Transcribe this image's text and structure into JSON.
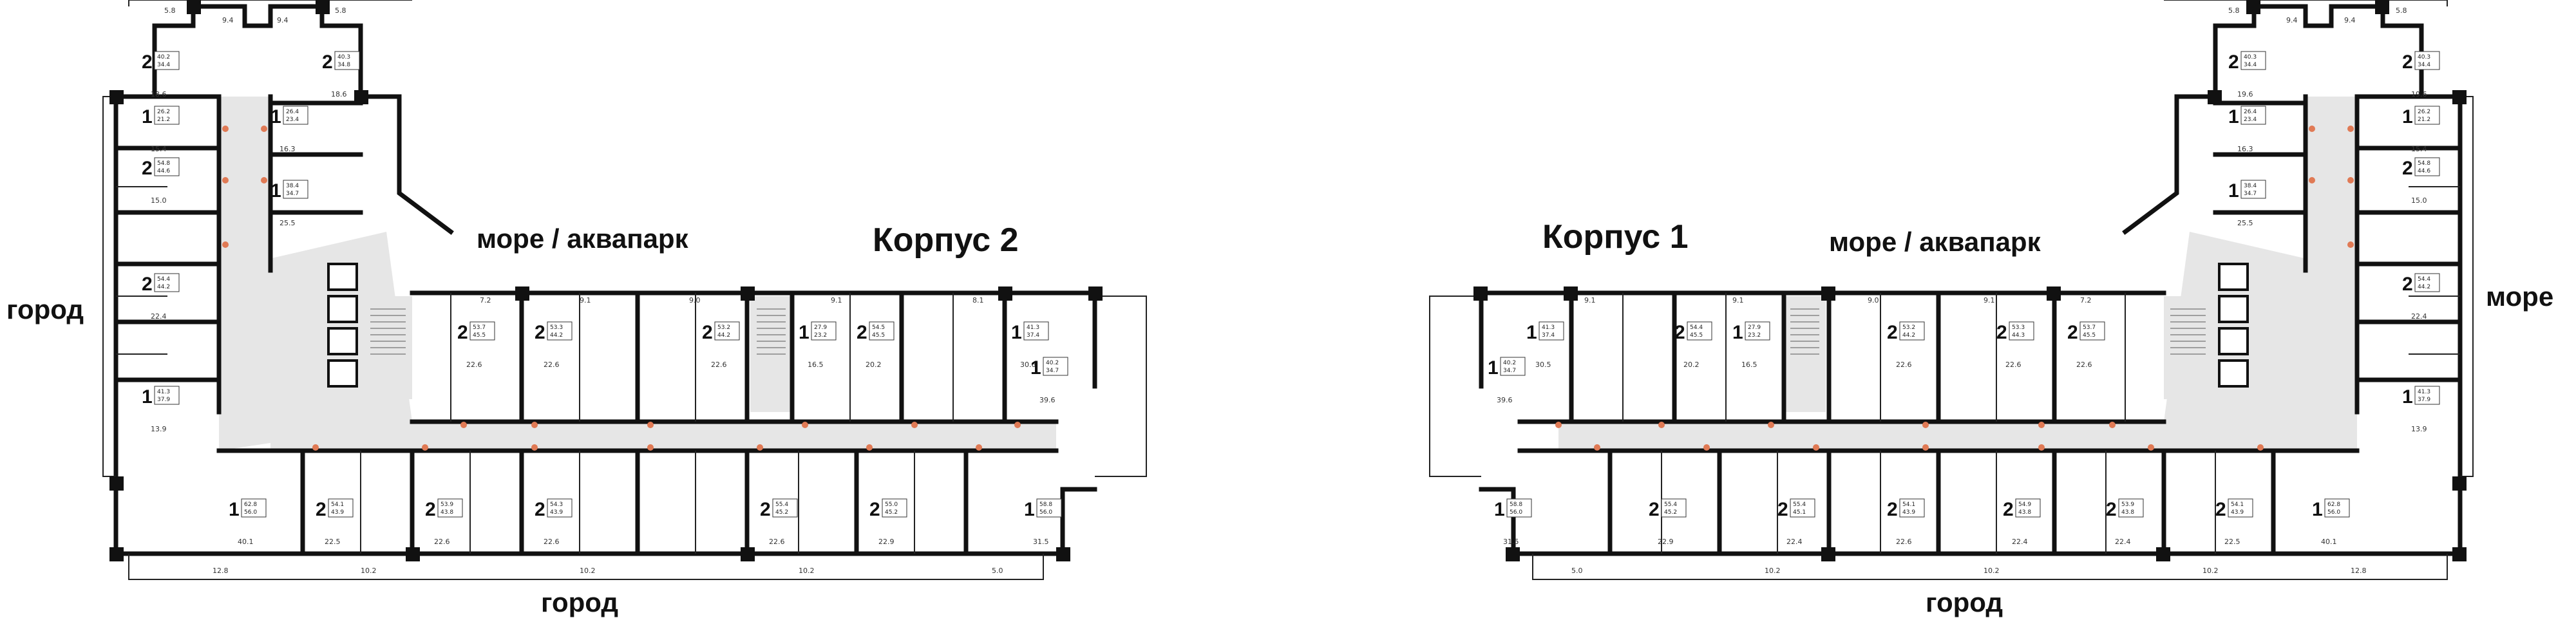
{
  "labels": {
    "building_2": "Корпус 2",
    "building_1": "Корпус 1",
    "sea_park_left": "море / аквапарк",
    "sea_park_right": "море / аквапарк",
    "city_left": "город",
    "city_bottom_left": "город",
    "city_bottom_right": "город",
    "sea_right": "море"
  },
  "colors": {
    "wall": "#111111",
    "corridor": "#e6e6e6",
    "door": "#e07a55",
    "text": "#111111"
  },
  "building2": {
    "top_row": [
      {
        "rooms": "2",
        "total": "53.7",
        "living": "45.5",
        "area": "22.6"
      },
      {
        "rooms": "2",
        "total": "53.3",
        "living": "44.2",
        "area": "22.6"
      },
      {
        "rooms": "2",
        "total": "53.2",
        "living": "44.2",
        "area": "22.6"
      },
      {
        "rooms": "1",
        "total": "27.9",
        "living": "23.2",
        "area": "16.5"
      },
      {
        "rooms": "2",
        "total": "54.5",
        "living": "45.5",
        "area": "20.2"
      },
      {
        "rooms": "1",
        "total": "41.3",
        "living": "37.4",
        "area": "30.6"
      }
    ],
    "bottom_row": [
      {
        "rooms": "1",
        "total": "62.8",
        "living": "56.0",
        "area": "40.1"
      },
      {
        "rooms": "2",
        "total": "54.1",
        "living": "43.9",
        "area": "22.5"
      },
      {
        "rooms": "2",
        "total": "53.9",
        "living": "43.8",
        "area": "22.6"
      },
      {
        "rooms": "2",
        "total": "54.3",
        "living": "43.9",
        "area": "22.6"
      },
      {
        "rooms": "2",
        "total": "55.4",
        "living": "45.2",
        "area": "22.6"
      },
      {
        "rooms": "2",
        "total": "55.0",
        "living": "45.2",
        "area": "22.9"
      },
      {
        "rooms": "1",
        "total": "58.8",
        "living": "56.0",
        "area": "31.5"
      }
    ],
    "wing": [
      {
        "rooms": "2",
        "total": "40.2",
        "living": "34.4",
        "area": "18.6"
      },
      {
        "rooms": "2",
        "total": "40.3",
        "living": "34.8",
        "area": "18.6"
      },
      {
        "rooms": "1",
        "total": "26.2",
        "living": "21.2",
        "area": "15.4"
      },
      {
        "rooms": "1",
        "total": "26.4",
        "living": "23.4",
        "area": "16.3"
      },
      {
        "rooms": "2",
        "total": "54.8",
        "living": "44.6",
        "area": "15.0"
      },
      {
        "rooms": "1",
        "total": "38.4",
        "living": "34.7",
        "area": "25.5"
      },
      {
        "rooms": "2",
        "total": "54.4",
        "living": "44.2",
        "area": "22.4"
      },
      {
        "rooms": "1",
        "total": "41.3",
        "living": "37.9",
        "area": "13.9"
      },
      {
        "rooms": "1",
        "total": "40.2",
        "living": "34.7",
        "area": "39.6"
      }
    ]
  },
  "building1": {
    "top_row": [
      {
        "rooms": "1",
        "total": "41.3",
        "living": "37.4",
        "area": "30.5"
      },
      {
        "rooms": "2",
        "total": "54.4",
        "living": "45.5",
        "area": "20.2"
      },
      {
        "rooms": "1",
        "total": "27.9",
        "living": "23.2",
        "area": "16.5"
      },
      {
        "rooms": "2",
        "total": "53.2",
        "living": "44.2",
        "area": "22.6"
      },
      {
        "rooms": "2",
        "total": "53.3",
        "living": "44.3",
        "area": "22.6"
      },
      {
        "rooms": "2",
        "total": "53.7",
        "living": "45.5",
        "area": "22.6"
      }
    ],
    "bottom_row": [
      {
        "rooms": "1",
        "total": "58.8",
        "living": "56.0",
        "area": "31.5"
      },
      {
        "rooms": "2",
        "total": "55.4",
        "living": "45.2",
        "area": "22.9"
      },
      {
        "rooms": "2",
        "total": "55.4",
        "living": "45.1",
        "area": "22.4"
      },
      {
        "rooms": "2",
        "total": "54.1",
        "living": "43.9",
        "area": "22.6"
      },
      {
        "rooms": "2",
        "total": "54.9",
        "living": "43.8",
        "area": "22.4"
      },
      {
        "rooms": "2",
        "total": "53.9",
        "living": "43.8",
        "area": "22.4"
      },
      {
        "rooms": "2",
        "total": "54.1",
        "living": "43.9",
        "area": "22.5"
      },
      {
        "rooms": "1",
        "total": "62.8",
        "living": "56.0",
        "area": "40.1"
      }
    ],
    "wing": [
      {
        "rooms": "2",
        "total": "40.3",
        "living": "34.4",
        "area": "19.6"
      },
      {
        "rooms": "2",
        "total": "40.3",
        "living": "34.4",
        "area": "19.6"
      },
      {
        "rooms": "1",
        "total": "26.4",
        "living": "23.4",
        "area": "16.3"
      },
      {
        "rooms": "1",
        "total": "26.2",
        "living": "21.2",
        "area": "15.4"
      },
      {
        "rooms": "1",
        "total": "38.4",
        "living": "34.7",
        "area": "25.5"
      },
      {
        "rooms": "2",
        "total": "54.8",
        "living": "44.6",
        "area": "15.0"
      },
      {
        "rooms": "2",
        "total": "54.4",
        "living": "44.2",
        "area": "22.4"
      },
      {
        "rooms": "1",
        "total": "41.3",
        "living": "37.9",
        "area": "13.9"
      },
      {
        "rooms": "1",
        "total": "40.2",
        "living": "34.7",
        "area": "39.6"
      }
    ]
  }
}
